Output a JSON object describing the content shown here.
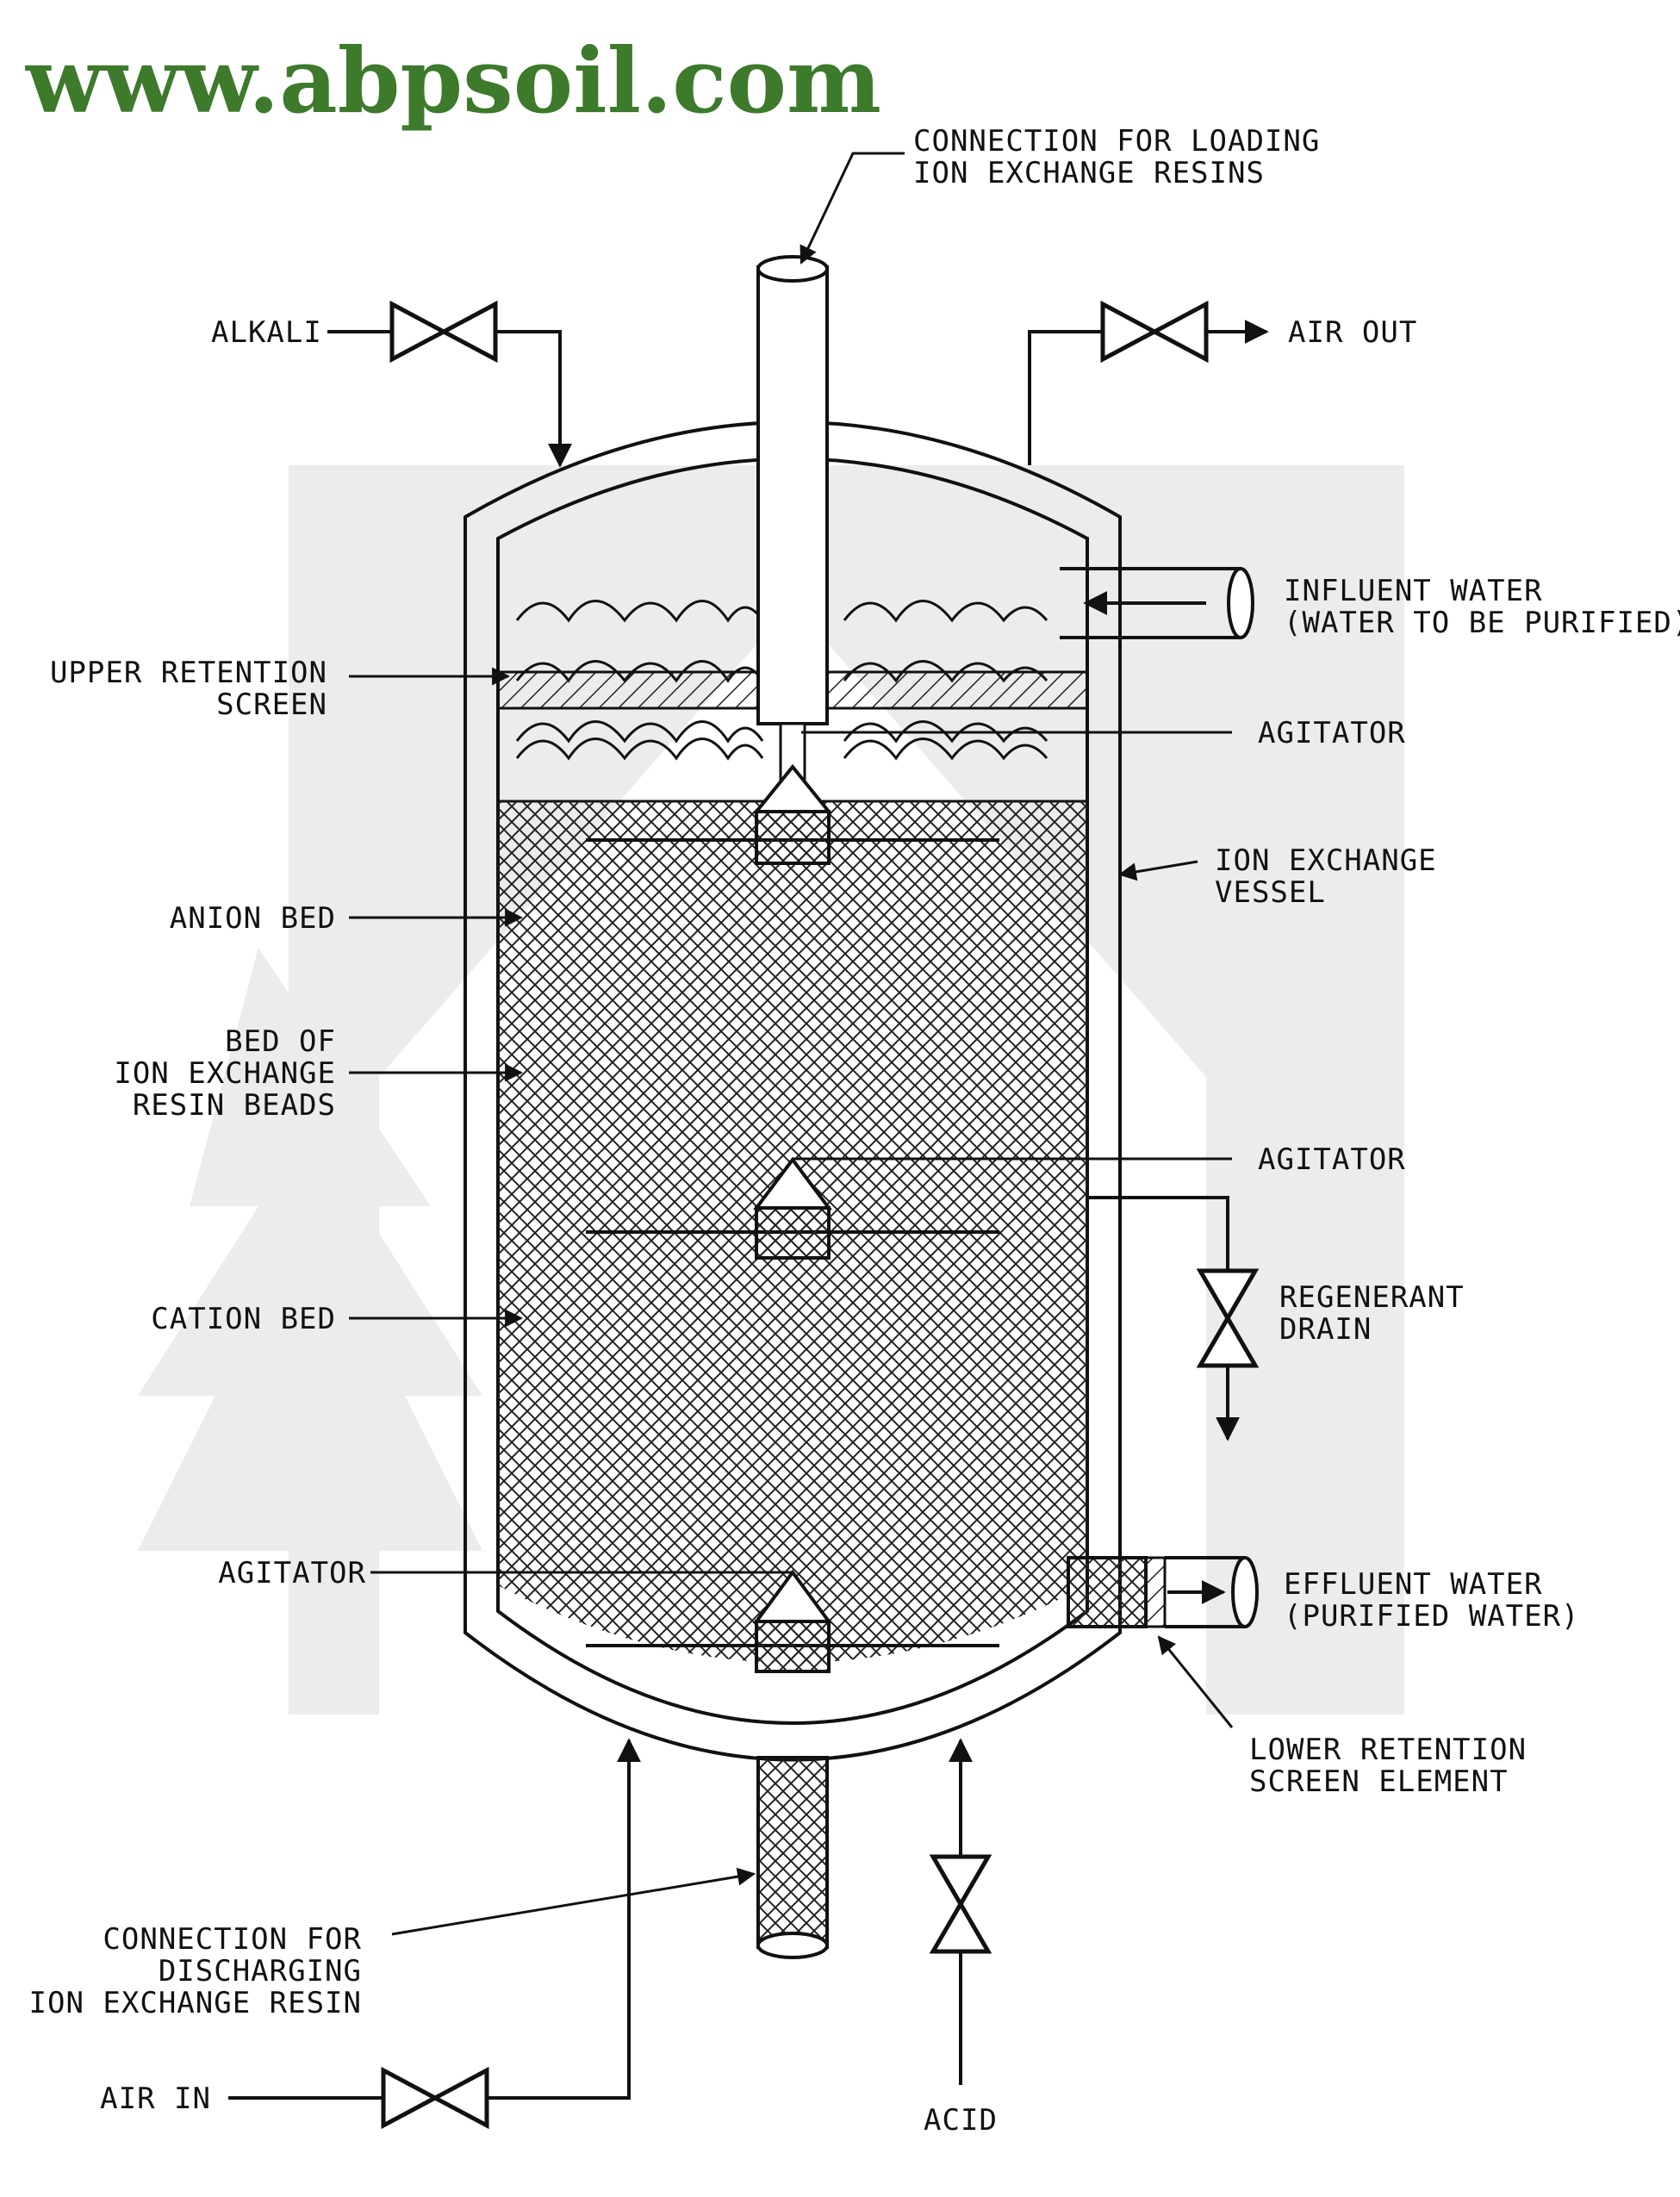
{
  "watermark": {
    "text": "www.abpsoil.com",
    "color": "#3d7a2c"
  },
  "colors": {
    "line": "#111111",
    "ghost_logo": "#e9e9e9",
    "background": "#ffffff"
  },
  "labels": {
    "loading_connection": [
      "CONNECTION FOR LOADING",
      "ION EXCHANGE RESINS"
    ],
    "alkali": "ALKALI",
    "air_out": "AIR OUT",
    "influent": [
      "INFLUENT WATER",
      "(WATER TO BE PURIFIED)"
    ],
    "upper_screen": [
      "UPPER RETENTION",
      "SCREEN"
    ],
    "agitator_top": "AGITATOR",
    "vessel": [
      "ION EXCHANGE",
      "VESSEL"
    ],
    "anion_bed": "ANION BED",
    "resin_bed": [
      "BED OF",
      "ION EXCHANGE",
      "RESIN BEADS"
    ],
    "agitator_mid": "AGITATOR",
    "regenerant_drain": [
      "REGENERANT",
      "DRAIN"
    ],
    "cation_bed": "CATION BED",
    "agitator_bottom": "AGITATOR",
    "effluent": [
      "EFFLUENT WATER",
      "(PURIFIED WATER)"
    ],
    "lower_screen": [
      "LOWER RETENTION",
      "SCREEN ELEMENT"
    ],
    "discharge_connection": [
      "CONNECTION FOR",
      "DISCHARGING",
      "ION EXCHANGE RESIN"
    ],
    "air_in": "AIR IN",
    "acid": "ACID"
  }
}
